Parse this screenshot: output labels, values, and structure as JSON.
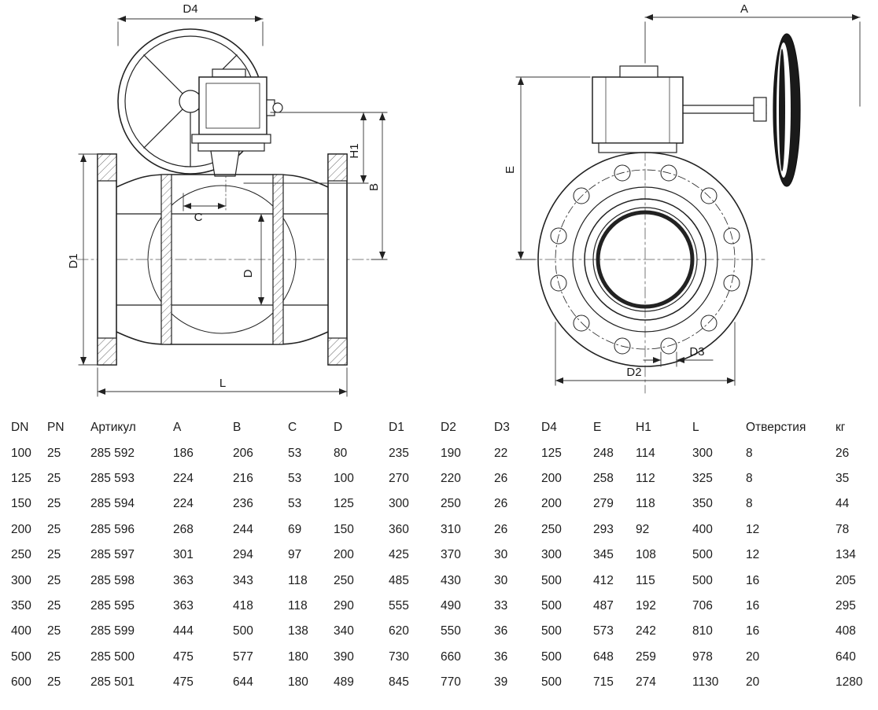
{
  "drawing": {
    "side_view_labels": {
      "D4": "D4",
      "H1": "H1",
      "B": "B",
      "C": "C",
      "D": "D",
      "D1": "D1",
      "L": "L"
    },
    "front_view_labels": {
      "A": "A",
      "E": "E",
      "D3": "D3",
      "D2": "D2"
    },
    "line_color": "#222222"
  },
  "table": {
    "headers": [
      "DN",
      "PN",
      "Артикул",
      "A",
      "B",
      "C",
      "D",
      "D1",
      "D2",
      "D3",
      "D4",
      "E",
      "H1",
      "L",
      "Отверстия",
      "кг"
    ],
    "rows": [
      [
        "100",
        "25",
        "285 592",
        "186",
        "206",
        "53",
        "80",
        "235",
        "190",
        "22",
        "125",
        "248",
        "114",
        "300",
        "8",
        "26"
      ],
      [
        "125",
        "25",
        "285 593",
        "224",
        "216",
        "53",
        "100",
        "270",
        "220",
        "26",
        "200",
        "258",
        "112",
        "325",
        "8",
        "35"
      ],
      [
        "150",
        "25",
        "285 594",
        "224",
        "236",
        "53",
        "125",
        "300",
        "250",
        "26",
        "200",
        "279",
        "118",
        "350",
        "8",
        "44"
      ],
      [
        "200",
        "25",
        "285 596",
        "268",
        "244",
        "69",
        "150",
        "360",
        "310",
        "26",
        "250",
        "293",
        "92",
        "400",
        "12",
        "78"
      ],
      [
        "250",
        "25",
        "285 597",
        "301",
        "294",
        "97",
        "200",
        "425",
        "370",
        "30",
        "300",
        "345",
        "108",
        "500",
        "12",
        "134"
      ],
      [
        "300",
        "25",
        "285 598",
        "363",
        "343",
        "118",
        "250",
        "485",
        "430",
        "30",
        "500",
        "412",
        "115",
        "500",
        "16",
        "205"
      ],
      [
        "350",
        "25",
        "285 595",
        "363",
        "418",
        "118",
        "290",
        "555",
        "490",
        "33",
        "500",
        "487",
        "192",
        "706",
        "16",
        "295"
      ],
      [
        "400",
        "25",
        "285 599",
        "444",
        "500",
        "138",
        "340",
        "620",
        "550",
        "36",
        "500",
        "573",
        "242",
        "810",
        "16",
        "408"
      ],
      [
        "500",
        "25",
        "285 500",
        "475",
        "577",
        "180",
        "390",
        "730",
        "660",
        "36",
        "500",
        "648",
        "259",
        "978",
        "20",
        "640"
      ],
      [
        "600",
        "25",
        "285 501",
        "475",
        "644",
        "180",
        "489",
        "845",
        "770",
        "39",
        "500",
        "715",
        "274",
        "1130",
        "20",
        "1280"
      ]
    ]
  }
}
